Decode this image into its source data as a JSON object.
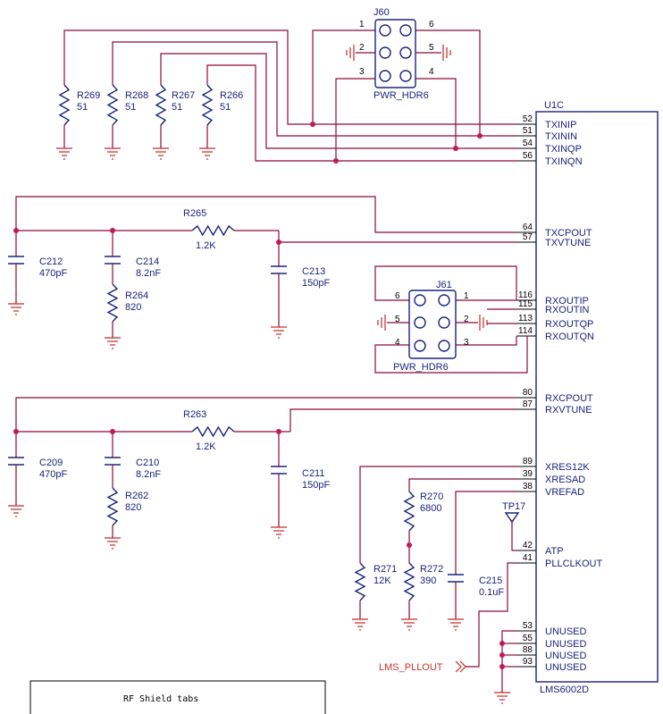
{
  "ic": {
    "ref": "U1C",
    "part": "LMS6002D",
    "pins": [
      {
        "num": "52",
        "name": "TXINIP"
      },
      {
        "num": "51",
        "name": "TXININ"
      },
      {
        "num": "54",
        "name": "TXINQP"
      },
      {
        "num": "56",
        "name": "TXINQN"
      },
      {
        "num": "64",
        "name": "TXCPOUT"
      },
      {
        "num": "57",
        "name": "TXVTUNE"
      },
      {
        "num": "116",
        "name": "RXOUTIP"
      },
      {
        "num": "115",
        "name": "RXOUTIN"
      },
      {
        "num": "113",
        "name": "RXOUTQP"
      },
      {
        "num": "114",
        "name": "RXOUTQN"
      },
      {
        "num": "80",
        "name": "RXCPOUT"
      },
      {
        "num": "87",
        "name": "RXVTUNE"
      },
      {
        "num": "89",
        "name": "XRES12K"
      },
      {
        "num": "39",
        "name": "XRESAD"
      },
      {
        "num": "38",
        "name": "VREFAD"
      },
      {
        "num": "42",
        "name": "ATP"
      },
      {
        "num": "41",
        "name": "PLLCLKOUT"
      },
      {
        "num": "53",
        "name": "UNUSED"
      },
      {
        "num": "55",
        "name": "UNUSED"
      },
      {
        "num": "88",
        "name": "UNUSED"
      },
      {
        "num": "93",
        "name": "UNUSED"
      }
    ]
  },
  "headers": {
    "j60": {
      "ref": "J60",
      "part": "PWR_HDR6",
      "pins": [
        "1",
        "2",
        "3",
        "4",
        "5",
        "6"
      ]
    },
    "j61": {
      "ref": "J61",
      "part": "PWR_HDR6",
      "pins": [
        "1",
        "2",
        "3",
        "4",
        "5",
        "6"
      ]
    }
  },
  "resistors": {
    "r269": {
      "ref": "R269",
      "value": "51"
    },
    "r268": {
      "ref": "R268",
      "value": "51"
    },
    "r267": {
      "ref": "R267",
      "value": "51"
    },
    "r266": {
      "ref": "R266",
      "value": "51"
    },
    "r265": {
      "ref": "R265",
      "value": "1.2K"
    },
    "r264": {
      "ref": "R264",
      "value": "820"
    },
    "r263": {
      "ref": "R263",
      "value": "1.2K"
    },
    "r262": {
      "ref": "R262",
      "value": "820"
    },
    "r270": {
      "ref": "R270",
      "value": "6800"
    },
    "r271": {
      "ref": "R271",
      "value": "12K"
    },
    "r272": {
      "ref": "R272",
      "value": "390"
    }
  },
  "capacitors": {
    "c212": {
      "ref": "C212",
      "value": "470pF"
    },
    "c214": {
      "ref": "C214",
      "value": "8.2nF"
    },
    "c213": {
      "ref": "C213",
      "value": "150pF"
    },
    "c209": {
      "ref": "C209",
      "value": "470pF"
    },
    "c210": {
      "ref": "C210",
      "value": "8.2nF"
    },
    "c211": {
      "ref": "C211",
      "value": "150pF"
    },
    "c215": {
      "ref": "C215",
      "value": "0.1uF"
    }
  },
  "testpoint": {
    "ref": "TP17"
  },
  "net_label": "LMS_PLLOUT",
  "note": "RF Shield tabs"
}
